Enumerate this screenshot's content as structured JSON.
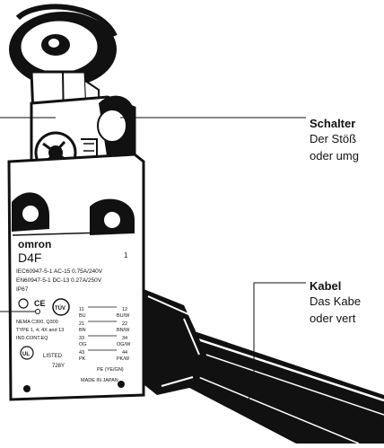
{
  "callouts": {
    "switch": {
      "title": "Schalter",
      "line1": "Der Stöß",
      "line2": "oder umg"
    },
    "cable": {
      "title": "Kabel",
      "line1": "Das Kabe",
      "line2": "oder vert"
    }
  },
  "device": {
    "brand": "omron",
    "model": "D4F",
    "spec_lines": [
      "IEC60947-5-1 AC-15 0.75A/240V",
      "EN60947-5-1  DC-13 0.27A/250V",
      "IP67"
    ],
    "badge": "TÜV",
    "nema_lines": [
      "NEMA C300, Q300",
      "TYPE 1, 4, 4X and 13",
      "IND.CONT.EQ"
    ],
    "listed": "LISTED",
    "code": "728Y",
    "terminal_rows": [
      {
        "left": "11",
        "mid": "BU",
        "right": "12",
        "code": "BU/W"
      },
      {
        "left": "21",
        "mid": "BN",
        "right": "22",
        "code": "BN/W"
      },
      {
        "left": "33",
        "mid": "OG",
        "right": "34",
        "code": "OG/W"
      },
      {
        "left": "43",
        "mid": "PK",
        "right": "44",
        "code": "PK/W"
      }
    ],
    "pe_label": "PE (YE/GN)",
    "made_in": "MADE IN JAPAN",
    "side_number": "1"
  }
}
